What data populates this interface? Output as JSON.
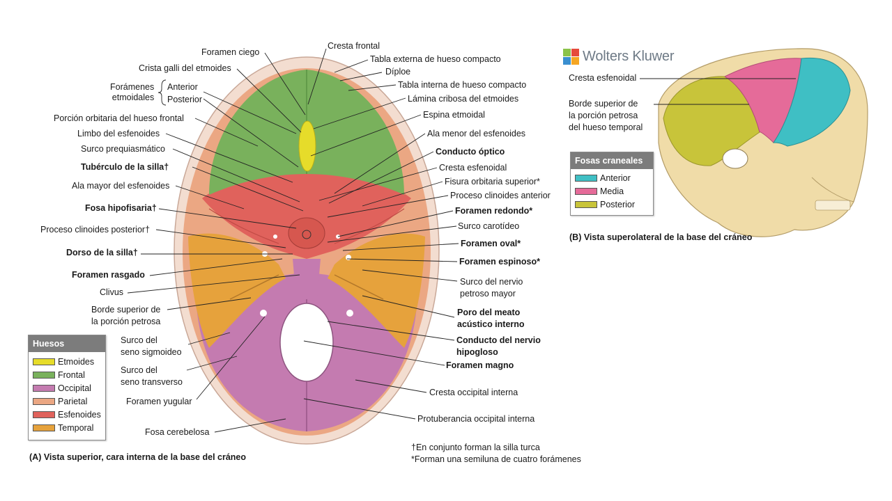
{
  "logo": {
    "text": "Wolters Kluwer"
  },
  "left_labels": {
    "foramen_ciego": "Foramen ciego",
    "crista_galli": "Crista galli del etmoides",
    "foramenes_etmoidales": "Forámenes\netmoidales",
    "anterior": "Anterior",
    "posterior": "Posterior",
    "porcion_orbitaria": "Porción orbitaria del hueso frontal",
    "limbo": "Limbo del esfenoides",
    "surco_prequiasmatico": "Surco prequiasmático",
    "tuberculo": "Tubérculo de la silla†",
    "ala_mayor": "Ala mayor del esfenoides",
    "fosa_hipofisaria": "Fosa hipofisaria†",
    "proceso_clinoides_posterior": "Proceso clinoides posterior†",
    "dorso": "Dorso de la silla†",
    "foramen_rasgado": "Foramen rasgado",
    "clivus": "Clivus",
    "borde_superior": "Borde superior de\nla porción petrosa",
    "surco_sigmoideo": "Surco del\nseno sigmoideo",
    "surco_transverso": "Surco del\nseno transverso",
    "foramen_yugular": "Foramen yugular",
    "fosa_cerebelosa": "Fosa cerebelosa"
  },
  "right_labels": {
    "cresta_frontal": "Cresta frontal",
    "tabla_externa": "Tabla externa de hueso compacto",
    "diploe": "Díploe",
    "tabla_interna": "Tabla interna de hueso compacto",
    "lamina_cribosa": "Lámina cribosa del etmoides",
    "espina_etmoidal": "Espina etmoidal",
    "ala_menor": "Ala menor del esfenoides",
    "conducto_optico": "Conducto óptico",
    "cresta_esfenoidal": "Cresta esfenoidal",
    "fisura_orbitaria": "Fisura orbitaria superior*",
    "proceso_clinoides_anterior": "Proceso clinoides anterior",
    "foramen_redondo": "Foramen redondo*",
    "surco_carotideo": "Surco carotídeo",
    "foramen_oval": "Foramen oval*",
    "foramen_espinoso": "Foramen espinoso*",
    "surco_petroso": "Surco del nervio\npetroso mayor",
    "poro_meato": "Poro del meato\nacústico interno",
    "conducto_hipogloso": "Conducto del nervio\nhipogloso",
    "foramen_magno": "Foramen magno",
    "cresta_occipital": "Cresta occipital interna",
    "protuberancia": "Protuberancia occipital interna"
  },
  "bones_legend": {
    "title": "Huesos",
    "items": [
      {
        "label": "Etmoides",
        "color": "#e6dc2a"
      },
      {
        "label": "Frontal",
        "color": "#79b15c"
      },
      {
        "label": "Occipital",
        "color": "#c47bb0"
      },
      {
        "label": "Parietal",
        "color": "#eba783"
      },
      {
        "label": "Esfenoides",
        "color": "#e0625c"
      },
      {
        "label": "Temporal",
        "color": "#e6a23c"
      }
    ]
  },
  "fossae_legend": {
    "title": "Fosas craneales",
    "items": [
      {
        "label": "Anterior",
        "color": "#3fbfc4"
      },
      {
        "label": "Media",
        "color": "#e56b99"
      },
      {
        "label": "Posterior",
        "color": "#c8c43a"
      }
    ]
  },
  "panel_b_labels": {
    "cresta_esfenoidal": "Cresta esfenoidal",
    "borde_superior": "Borde superior de\nla porción petrosa\ndel hueso temporal"
  },
  "caption_a": "(A) Vista superior, cara interna de la base del cráneo",
  "caption_b": "(B) Vista superolateral de la base del cráneo",
  "footnotes": {
    "dagger": "†En conjunto forman la silla turca",
    "star": "*Forman una semiluna de cuatro forámenes"
  }
}
